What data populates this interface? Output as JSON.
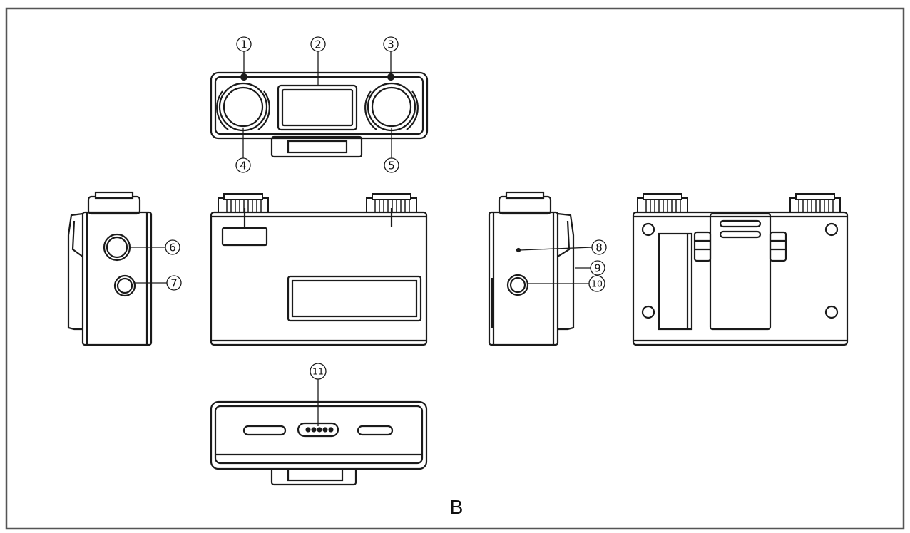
{
  "figure_label": "B",
  "callouts": [
    {
      "id": "c1",
      "number": "1"
    },
    {
      "id": "c2",
      "number": "2"
    },
    {
      "id": "c3",
      "number": "3"
    },
    {
      "id": "c4",
      "number": "4"
    },
    {
      "id": "c5",
      "number": "5"
    },
    {
      "id": "c6",
      "number": "6"
    },
    {
      "id": "c7",
      "number": "7"
    },
    {
      "id": "c8",
      "number": "8"
    },
    {
      "id": "c9",
      "number": "9"
    },
    {
      "id": "c10",
      "number": "10"
    },
    {
      "id": "c11",
      "number": "11"
    }
  ],
  "colors": {
    "line": "#1a1a1a",
    "background": "#ffffff"
  }
}
